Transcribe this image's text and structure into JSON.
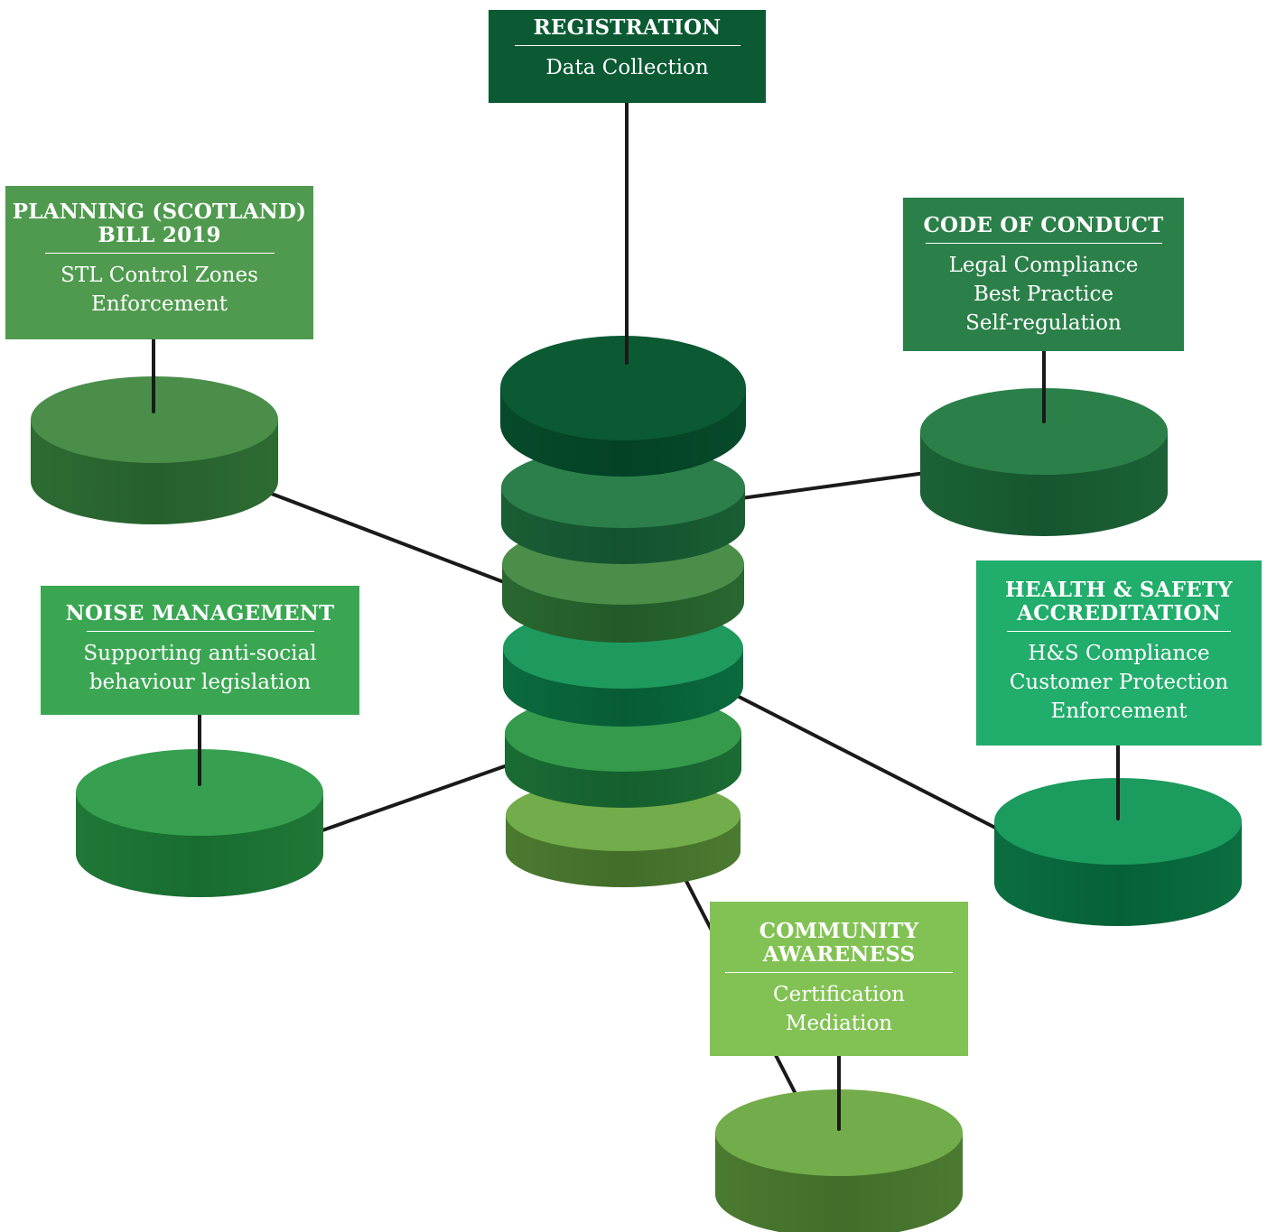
{
  "colors": {
    "registration": "#0b5a33",
    "planning": "#4f9a4e",
    "code_of_conduct": "#2b8049",
    "noise": "#3aa652",
    "health_safety": "#21ad6b",
    "community": "#82c254",
    "connector": "#1a1a1a"
  },
  "nodes": {
    "registration": {
      "title": "REGISTRATION",
      "lines": [
        "Data Collection"
      ]
    },
    "planning": {
      "title_lines": [
        "PLANNING (SCOTLAND)",
        "BILL 2019"
      ],
      "lines": [
        "STL Control Zones",
        "Enforcement"
      ]
    },
    "code_of_conduct": {
      "title": "CODE OF CONDUCT",
      "lines": [
        "Legal Compliance",
        "Best Practice",
        "Self-regulation"
      ]
    },
    "noise": {
      "title": "NOISE MANAGEMENT",
      "lines": [
        "Supporting anti-social",
        "behaviour legislation"
      ]
    },
    "health_safety": {
      "title_lines": [
        "HEALTH & SAFETY",
        "ACCREDITATION"
      ],
      "lines": [
        "H&S Compliance",
        "Customer Protection",
        "Enforcement"
      ]
    },
    "community": {
      "title_lines": [
        "COMMUNITY",
        "AWARENESS"
      ],
      "lines": [
        "Certification",
        "Mediation"
      ]
    }
  }
}
